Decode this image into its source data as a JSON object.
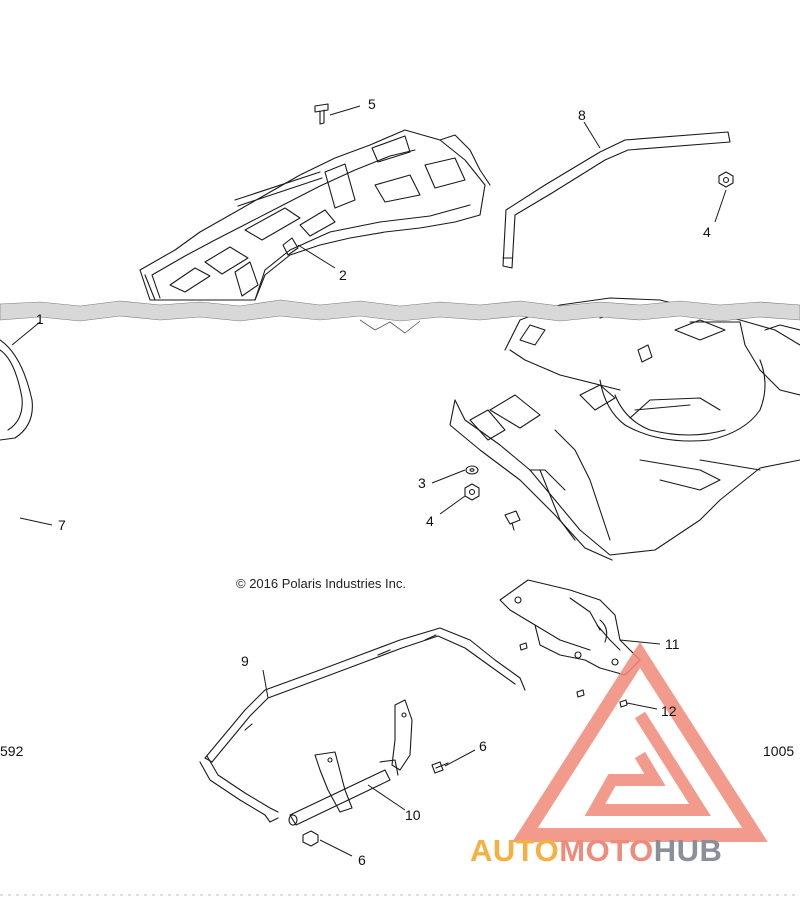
{
  "copyright": "© 2016 Polaris Industries Inc.",
  "side_codes": {
    "left": "592",
    "right": "1005"
  },
  "callouts": [
    {
      "id": "c5",
      "label": "5"
    },
    {
      "id": "c8",
      "label": "8"
    },
    {
      "id": "c4a",
      "label": "4"
    },
    {
      "id": "c2",
      "label": "2"
    },
    {
      "id": "c1",
      "label": "1"
    },
    {
      "id": "c3",
      "label": "3"
    },
    {
      "id": "c4b",
      "label": "4"
    },
    {
      "id": "c7",
      "label": "7"
    },
    {
      "id": "c9",
      "label": "9"
    },
    {
      "id": "c11",
      "label": "11"
    },
    {
      "id": "c12",
      "label": "12"
    },
    {
      "id": "c6a",
      "label": "6"
    },
    {
      "id": "c10",
      "label": "10"
    },
    {
      "id": "c6b",
      "label": "6"
    }
  ],
  "watermark": {
    "part1": "AUTO",
    "part2": "MOTO",
    "part3": "HUB",
    "colors": {
      "orange": "#f5b041",
      "red": "#f08a7a",
      "gray": "#8a8f99"
    }
  }
}
